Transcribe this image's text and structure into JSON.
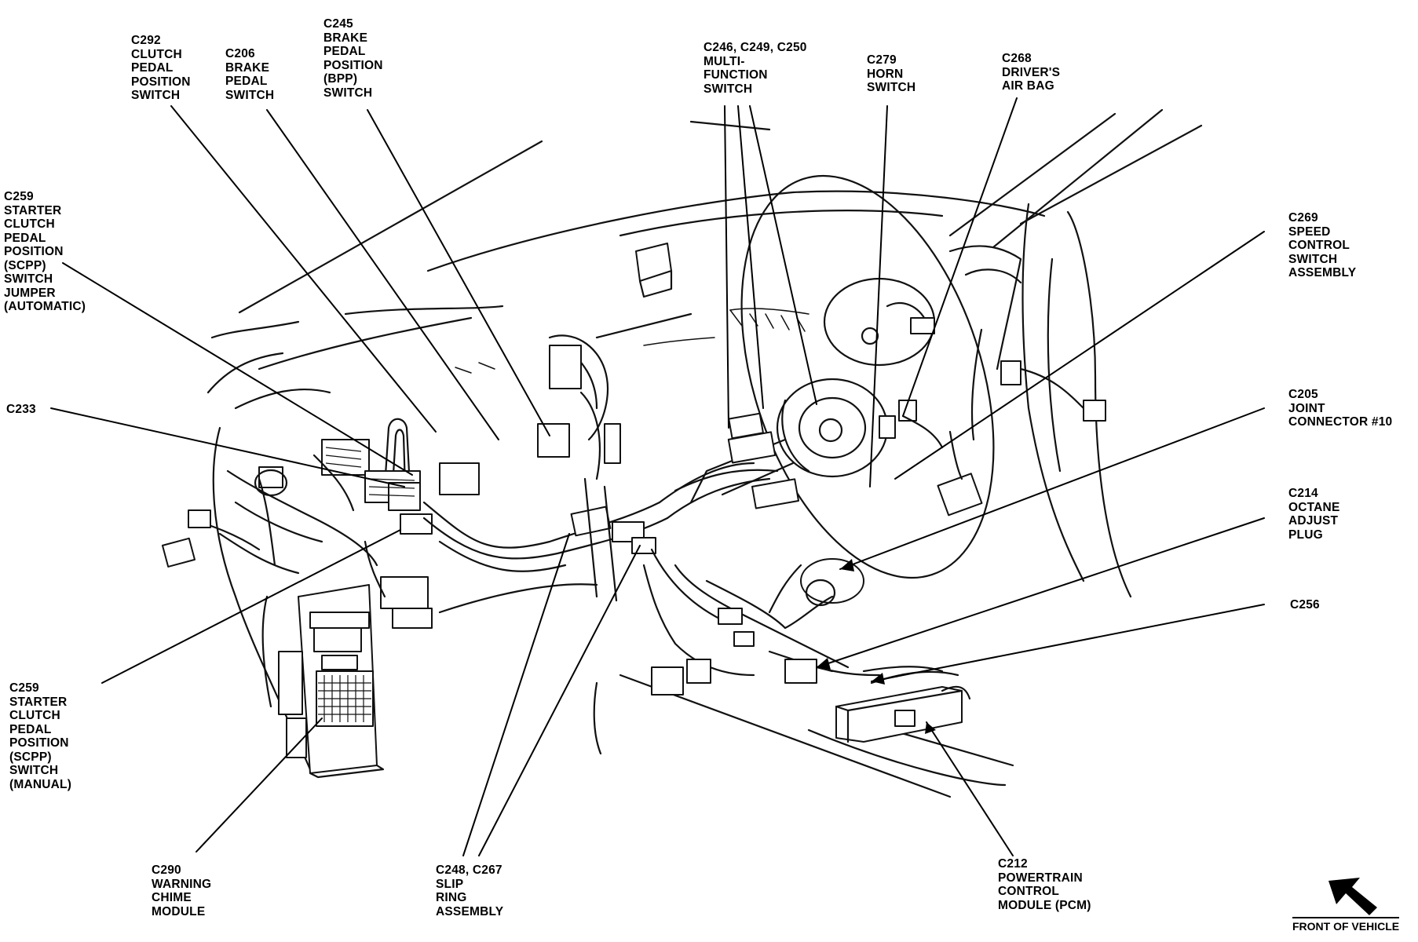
{
  "labels": {
    "c292": "C292\nCLUTCH\nPEDAL\nPOSITION\nSWITCH",
    "c206_brake": "C206\nBRAKE\nPEDAL\nSWITCH",
    "c245": "C245\nBRAKE\nPEDAL\nPOSITION\n(BPP)\nSWITCH",
    "c246": "C246, C249, C250\nMULTI-\nFUNCTION\nSWITCH",
    "c279": "C279\nHORN\nSWITCH",
    "c268": "C268\nDRIVER'S\nAIR BAG",
    "c259_auto": "C259\nSTARTER\nCLUTCH\nPEDAL\nPOSITION\n(SCPP)\nSWITCH\nJUMPER\n(AUTOMATIC)",
    "c233": "C233",
    "c269": "C269\nSPEED\nCONTROL\nSWITCH\nASSEMBLY",
    "c205": "C205\nJOINT\nCONNECTOR #10",
    "c214": "C214\nOCTANE\nADJUST\nPLUG",
    "c256": "C256",
    "c259_manual": "C259\nSTARTER\nCLUTCH\nPEDAL\nPOSITION\n(SCPP)\nSWITCH\n(MANUAL)",
    "c290": "C290\nWARNING\nCHIME\nMODULE",
    "c248": "C248, C267\nSLIP\nRING\nASSEMBLY",
    "c212": "C212\nPOWERTRAIN\nCONTROL\nMODULE (PCM)"
  },
  "footer": {
    "front_of_vehicle": "FRONT OF VEHICLE",
    "arrow_icon": "front-arrow-icon"
  }
}
